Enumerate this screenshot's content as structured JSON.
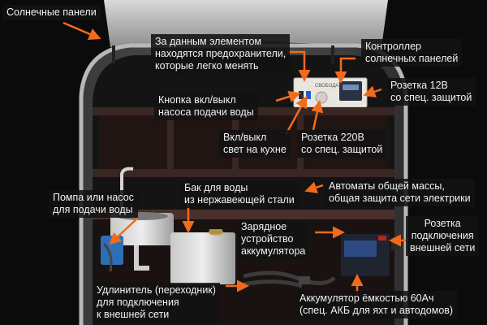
{
  "accent_color": "#f26a1b",
  "callouts": {
    "solar_panels": "Солнечные панели",
    "fuses": "За данным элементом\nнаходятся предохранители,\nкоторые легко менять",
    "solar_controller": "Контроллер\nсолнечных панелей",
    "socket_12v": "Розетка 12В\nсо спец. защитой",
    "pump_button": "Кнопка вкл/выкл\nнасоса подачи воды",
    "kitchen_light": "Вкл/выкл\nсвет на кухне",
    "socket_220v": "Розетка 220В\nсо спец. защитой",
    "pump": "Помпа или насос\nдля подачи воды",
    "water_tank": "Бак для воды\nиз нержавеющей стали",
    "breakers": "Автоматы общей массы,\nобщая защита сети электрики",
    "charger": "Зарядное\nустройство\nаккумулятора",
    "external_socket": "Розетка\nподключения\nвнешней сети",
    "extension_cord": "Удлинитель (переходник)\nдля подключения\nк внешней сети",
    "battery": "Аккумулятор ёмкостью 60Ач\n(спец. АКБ для яхт и автодомов)"
  },
  "panel_brand": "СВОБОДА"
}
